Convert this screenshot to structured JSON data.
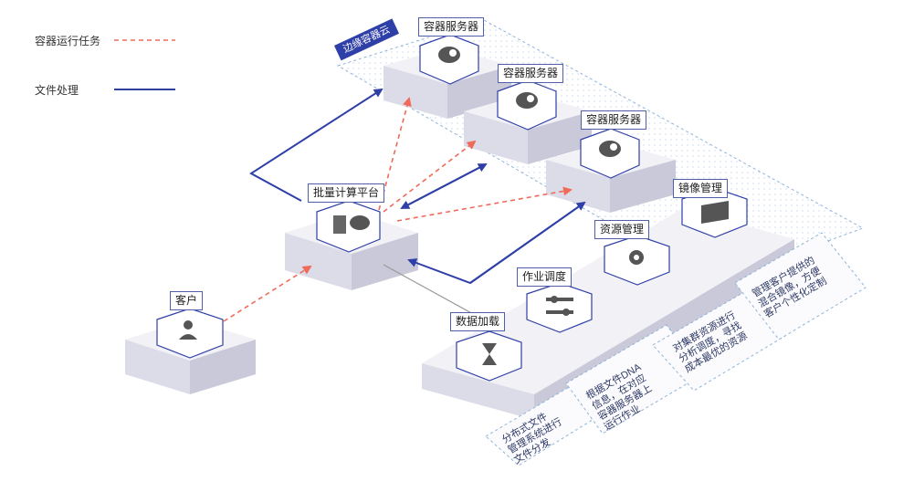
{
  "legend": {
    "container_task": {
      "label": "容器运行任务",
      "color": "#f06a5a"
    },
    "file_processing": {
      "label": "文件处理",
      "color": "#2f3fa8"
    }
  },
  "edge_cloud": {
    "label": "边缘容器云"
  },
  "nodes": {
    "server1": {
      "label": "容器服务器",
      "icon": "cloud-cpu-icon"
    },
    "server2": {
      "label": "容器服务器",
      "icon": "cloud-cpu-icon"
    },
    "server3": {
      "label": "容器服务器",
      "icon": "cloud-cpu-icon"
    },
    "batch": {
      "label": "批量计算平台",
      "icon": "server-cloud-icon"
    },
    "customer": {
      "label": "客户",
      "icon": "user-icon"
    },
    "data_load": {
      "label": "数据加载",
      "icon": "hourglass-icon"
    },
    "job_schedule": {
      "label": "作业调度",
      "icon": "sliders-icon"
    },
    "resource_mgmt": {
      "label": "资源管理",
      "icon": "gear-icon"
    },
    "image_mgmt": {
      "label": "镜像管理",
      "icon": "book-icon"
    }
  },
  "notes": {
    "note1": "分布式文件\n管理系统进行\n文件分发",
    "note2": "根据文件DNA\n信息，在对应\n容器服务器上\n运行作业",
    "note3": "对集群资源进行\n分析调度，寻找\n成本最优的资源",
    "note4": "管理客户提供的\n混合镜像，方便\n客户个性化定制"
  },
  "colors": {
    "block_top": "#f1f1f6",
    "block_left": "#dcdce8",
    "block_right": "#c9c9d9",
    "accent": "#2f3fa8",
    "task_line": "#f06a5a",
    "dotted": "#8fb3d9"
  }
}
